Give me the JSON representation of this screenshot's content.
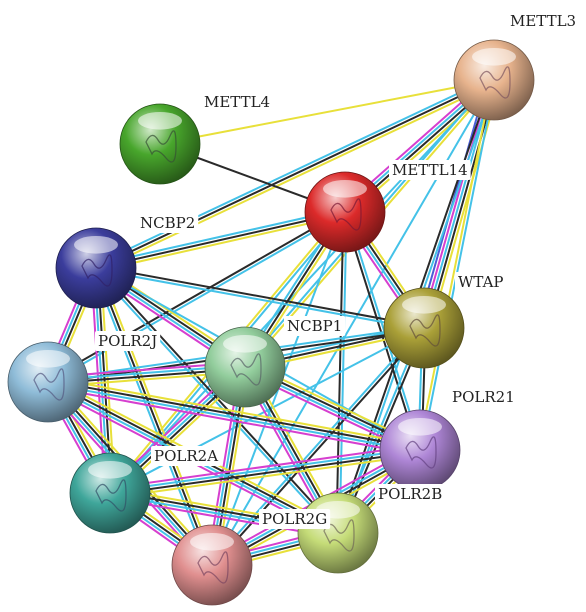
{
  "diagram": {
    "type": "protein-interaction-network",
    "nodes": [
      {
        "id": "METTL3",
        "label": "METTL3",
        "color": "#e7b38d"
      },
      {
        "id": "METTL4",
        "label": "METTL4",
        "color": "#48a62c"
      },
      {
        "id": "METTL14",
        "label": "METTL14",
        "color": "#dc2a2a"
      },
      {
        "id": "NCBP2",
        "label": "NCBP2",
        "color": "#3b3d9c"
      },
      {
        "id": "WTAP",
        "label": "WTAP",
        "color": "#aaa038"
      },
      {
        "id": "NCBP1",
        "label": "NCBP1",
        "color": "#92cd9c"
      },
      {
        "id": "POLR2J",
        "label": "POLR2J",
        "color": "#8fbcd8"
      },
      {
        "id": "POLR21",
        "label": "POLR21",
        "color": "#ae86d6"
      },
      {
        "id": "POLR2A",
        "label": "POLR2A",
        "color": "#3fa69a"
      },
      {
        "id": "POLR2B",
        "label": "POLR2B",
        "color": "#c5dc78"
      },
      {
        "id": "POLR2G",
        "label": "POLR2G",
        "color": "#e08f8f"
      }
    ],
    "edge_colors": {
      "yellow": "#e8e03a",
      "black": "#2a2a2a",
      "cyan": "#44c2e8",
      "magenta": "#d63fcf",
      "blue": "#4a5ed6"
    },
    "edges": [
      {
        "from": "METTL3",
        "to": "METTL4",
        "types": [
          "yellow"
        ]
      },
      {
        "from": "METTL3",
        "to": "METTL14",
        "types": [
          "yellow",
          "black",
          "cyan",
          "magenta"
        ]
      },
      {
        "from": "METTL3",
        "to": "NCBP2",
        "types": [
          "yellow",
          "black",
          "cyan"
        ]
      },
      {
        "from": "METTL3",
        "to": "WTAP",
        "types": [
          "yellow",
          "black",
          "cyan",
          "magenta",
          "blue"
        ]
      },
      {
        "from": "METTL3",
        "to": "NCBP1",
        "types": [
          "yellow",
          "cyan"
        ]
      },
      {
        "from": "METTL3",
        "to": "POLR21",
        "types": [
          "cyan",
          "yellow"
        ]
      },
      {
        "from": "METTL3",
        "to": "POLR2B",
        "types": [
          "cyan",
          "black"
        ]
      },
      {
        "from": "METTL3",
        "to": "POLR2A",
        "types": [
          "cyan"
        ]
      },
      {
        "from": "METTL3",
        "to": "POLR2G",
        "types": [
          "cyan"
        ]
      },
      {
        "from": "METTL4",
        "to": "METTL14",
        "types": [
          "black"
        ]
      },
      {
        "from": "METTL14",
        "to": "NCBP2",
        "types": [
          "yellow",
          "black",
          "cyan"
        ]
      },
      {
        "from": "METTL14",
        "to": "WTAP",
        "types": [
          "yellow",
          "black",
          "cyan",
          "magenta"
        ]
      },
      {
        "from": "METTL14",
        "to": "NCBP1",
        "types": [
          "yellow",
          "black",
          "cyan"
        ]
      },
      {
        "from": "METTL14",
        "to": "POLR2J",
        "types": [
          "cyan",
          "black"
        ]
      },
      {
        "from": "METTL14",
        "to": "POLR2A",
        "types": [
          "cyan",
          "yellow"
        ]
      },
      {
        "from": "METTL14",
        "to": "POLR21",
        "types": [
          "cyan",
          "black"
        ]
      },
      {
        "from": "METTL14",
        "to": "POLR2B",
        "types": [
          "cyan",
          "black"
        ]
      },
      {
        "from": "METTL14",
        "to": "POLR2G",
        "types": [
          "cyan"
        ]
      },
      {
        "from": "NCBP2",
        "to": "NCBP1",
        "types": [
          "yellow",
          "black",
          "cyan",
          "magenta"
        ]
      },
      {
        "from": "NCBP2",
        "to": "POLR2J",
        "types": [
          "yellow",
          "black",
          "cyan",
          "magenta"
        ]
      },
      {
        "from": "NCBP2",
        "to": "POLR2A",
        "types": [
          "yellow",
          "black",
          "cyan",
          "magenta"
        ]
      },
      {
        "from": "NCBP2",
        "to": "POLR2G",
        "types": [
          "yellow",
          "black",
          "cyan"
        ]
      },
      {
        "from": "NCBP2",
        "to": "POLR2B",
        "types": [
          "black",
          "cyan"
        ]
      },
      {
        "from": "NCBP2",
        "to": "WTAP",
        "types": [
          "black",
          "cyan"
        ]
      },
      {
        "from": "NCBP2",
        "to": "POLR21",
        "types": [
          "cyan"
        ]
      },
      {
        "from": "WTAP",
        "to": "NCBP1",
        "types": [
          "yellow",
          "black",
          "cyan"
        ]
      },
      {
        "from": "WTAP",
        "to": "POLR21",
        "types": [
          "black",
          "cyan"
        ]
      },
      {
        "from": "WTAP",
        "to": "POLR2B",
        "types": [
          "black",
          "cyan"
        ]
      },
      {
        "from": "WTAP",
        "to": "POLR2J",
        "types": [
          "black",
          "cyan"
        ]
      },
      {
        "from": "WTAP",
        "to": "POLR2A",
        "types": [
          "cyan"
        ]
      },
      {
        "from": "WTAP",
        "to": "POLR2G",
        "types": [
          "black",
          "cyan"
        ]
      },
      {
        "from": "NCBP1",
        "to": "POLR2J",
        "types": [
          "yellow",
          "black",
          "cyan",
          "magenta"
        ]
      },
      {
        "from": "NCBP1",
        "to": "POLR21",
        "types": [
          "yellow",
          "black",
          "cyan",
          "magenta"
        ]
      },
      {
        "from": "NCBP1",
        "to": "POLR2A",
        "types": [
          "yellow",
          "black",
          "cyan",
          "magenta"
        ]
      },
      {
        "from": "NCBP1",
        "to": "POLR2B",
        "types": [
          "yellow",
          "black",
          "cyan",
          "magenta"
        ]
      },
      {
        "from": "NCBP1",
        "to": "POLR2G",
        "types": [
          "yellow",
          "black",
          "cyan",
          "magenta"
        ]
      },
      {
        "from": "POLR2J",
        "to": "POLR21",
        "types": [
          "yellow",
          "black",
          "cyan",
          "magenta"
        ]
      },
      {
        "from": "POLR2J",
        "to": "POLR2A",
        "types": [
          "yellow",
          "black",
          "cyan",
          "magenta"
        ]
      },
      {
        "from": "POLR2J",
        "to": "POLR2B",
        "types": [
          "yellow",
          "black",
          "cyan",
          "magenta"
        ]
      },
      {
        "from": "POLR2J",
        "to": "POLR2G",
        "types": [
          "yellow",
          "black",
          "cyan",
          "magenta"
        ]
      },
      {
        "from": "POLR21",
        "to": "POLR2A",
        "types": [
          "yellow",
          "black",
          "cyan",
          "magenta"
        ]
      },
      {
        "from": "POLR21",
        "to": "POLR2B",
        "types": [
          "yellow",
          "black",
          "cyan",
          "magenta"
        ]
      },
      {
        "from": "POLR21",
        "to": "POLR2G",
        "types": [
          "yellow",
          "black",
          "cyan",
          "magenta"
        ]
      },
      {
        "from": "POLR2A",
        "to": "POLR2B",
        "types": [
          "yellow",
          "black",
          "cyan",
          "magenta"
        ]
      },
      {
        "from": "POLR2A",
        "to": "POLR2G",
        "types": [
          "yellow",
          "black",
          "cyan",
          "magenta"
        ]
      },
      {
        "from": "POLR2B",
        "to": "POLR2G",
        "types": [
          "yellow",
          "black",
          "cyan",
          "magenta"
        ]
      }
    ]
  }
}
